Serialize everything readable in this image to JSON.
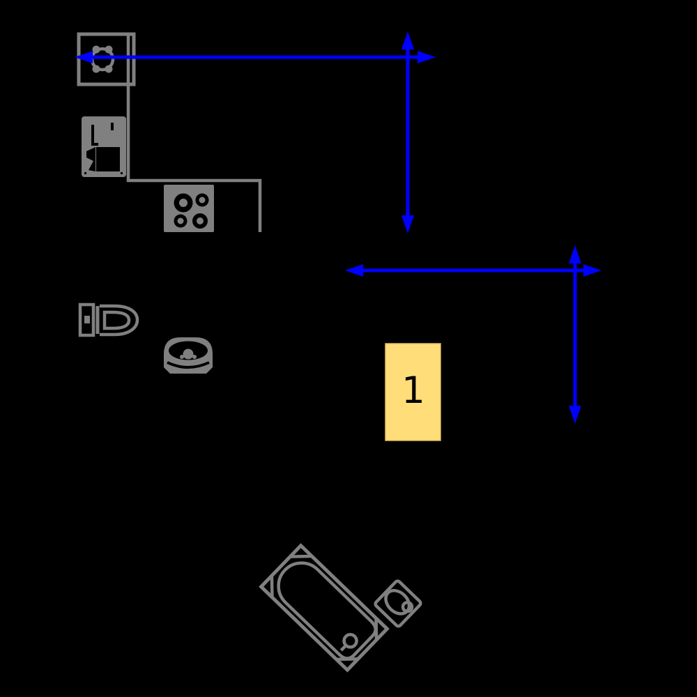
{
  "canvas": {
    "background": "#000000"
  },
  "colors": {
    "background": "#000000",
    "fixture_gray": "#808080",
    "dimension_blue": "#0000FF",
    "room_fill": "#FFDE7A",
    "room_border": "#E3BE5F",
    "label_black": "#000000"
  },
  "room": {
    "label": "1"
  },
  "icons": [
    "kitchen-sink-icon",
    "kitchen-appliance-icon",
    "cooktop-icon",
    "toilet-icon",
    "washbasin-icon",
    "bathtub-icon",
    "corner-sink-icon"
  ],
  "dimension_arrows": [
    {
      "name": "dim-arrow-top-horizontal",
      "orientation": "horizontal"
    },
    {
      "name": "dim-arrow-top-vertical",
      "orientation": "vertical"
    },
    {
      "name": "dim-arrow-mid-horizontal",
      "orientation": "horizontal"
    },
    {
      "name": "dim-arrow-right-vertical",
      "orientation": "vertical"
    }
  ]
}
